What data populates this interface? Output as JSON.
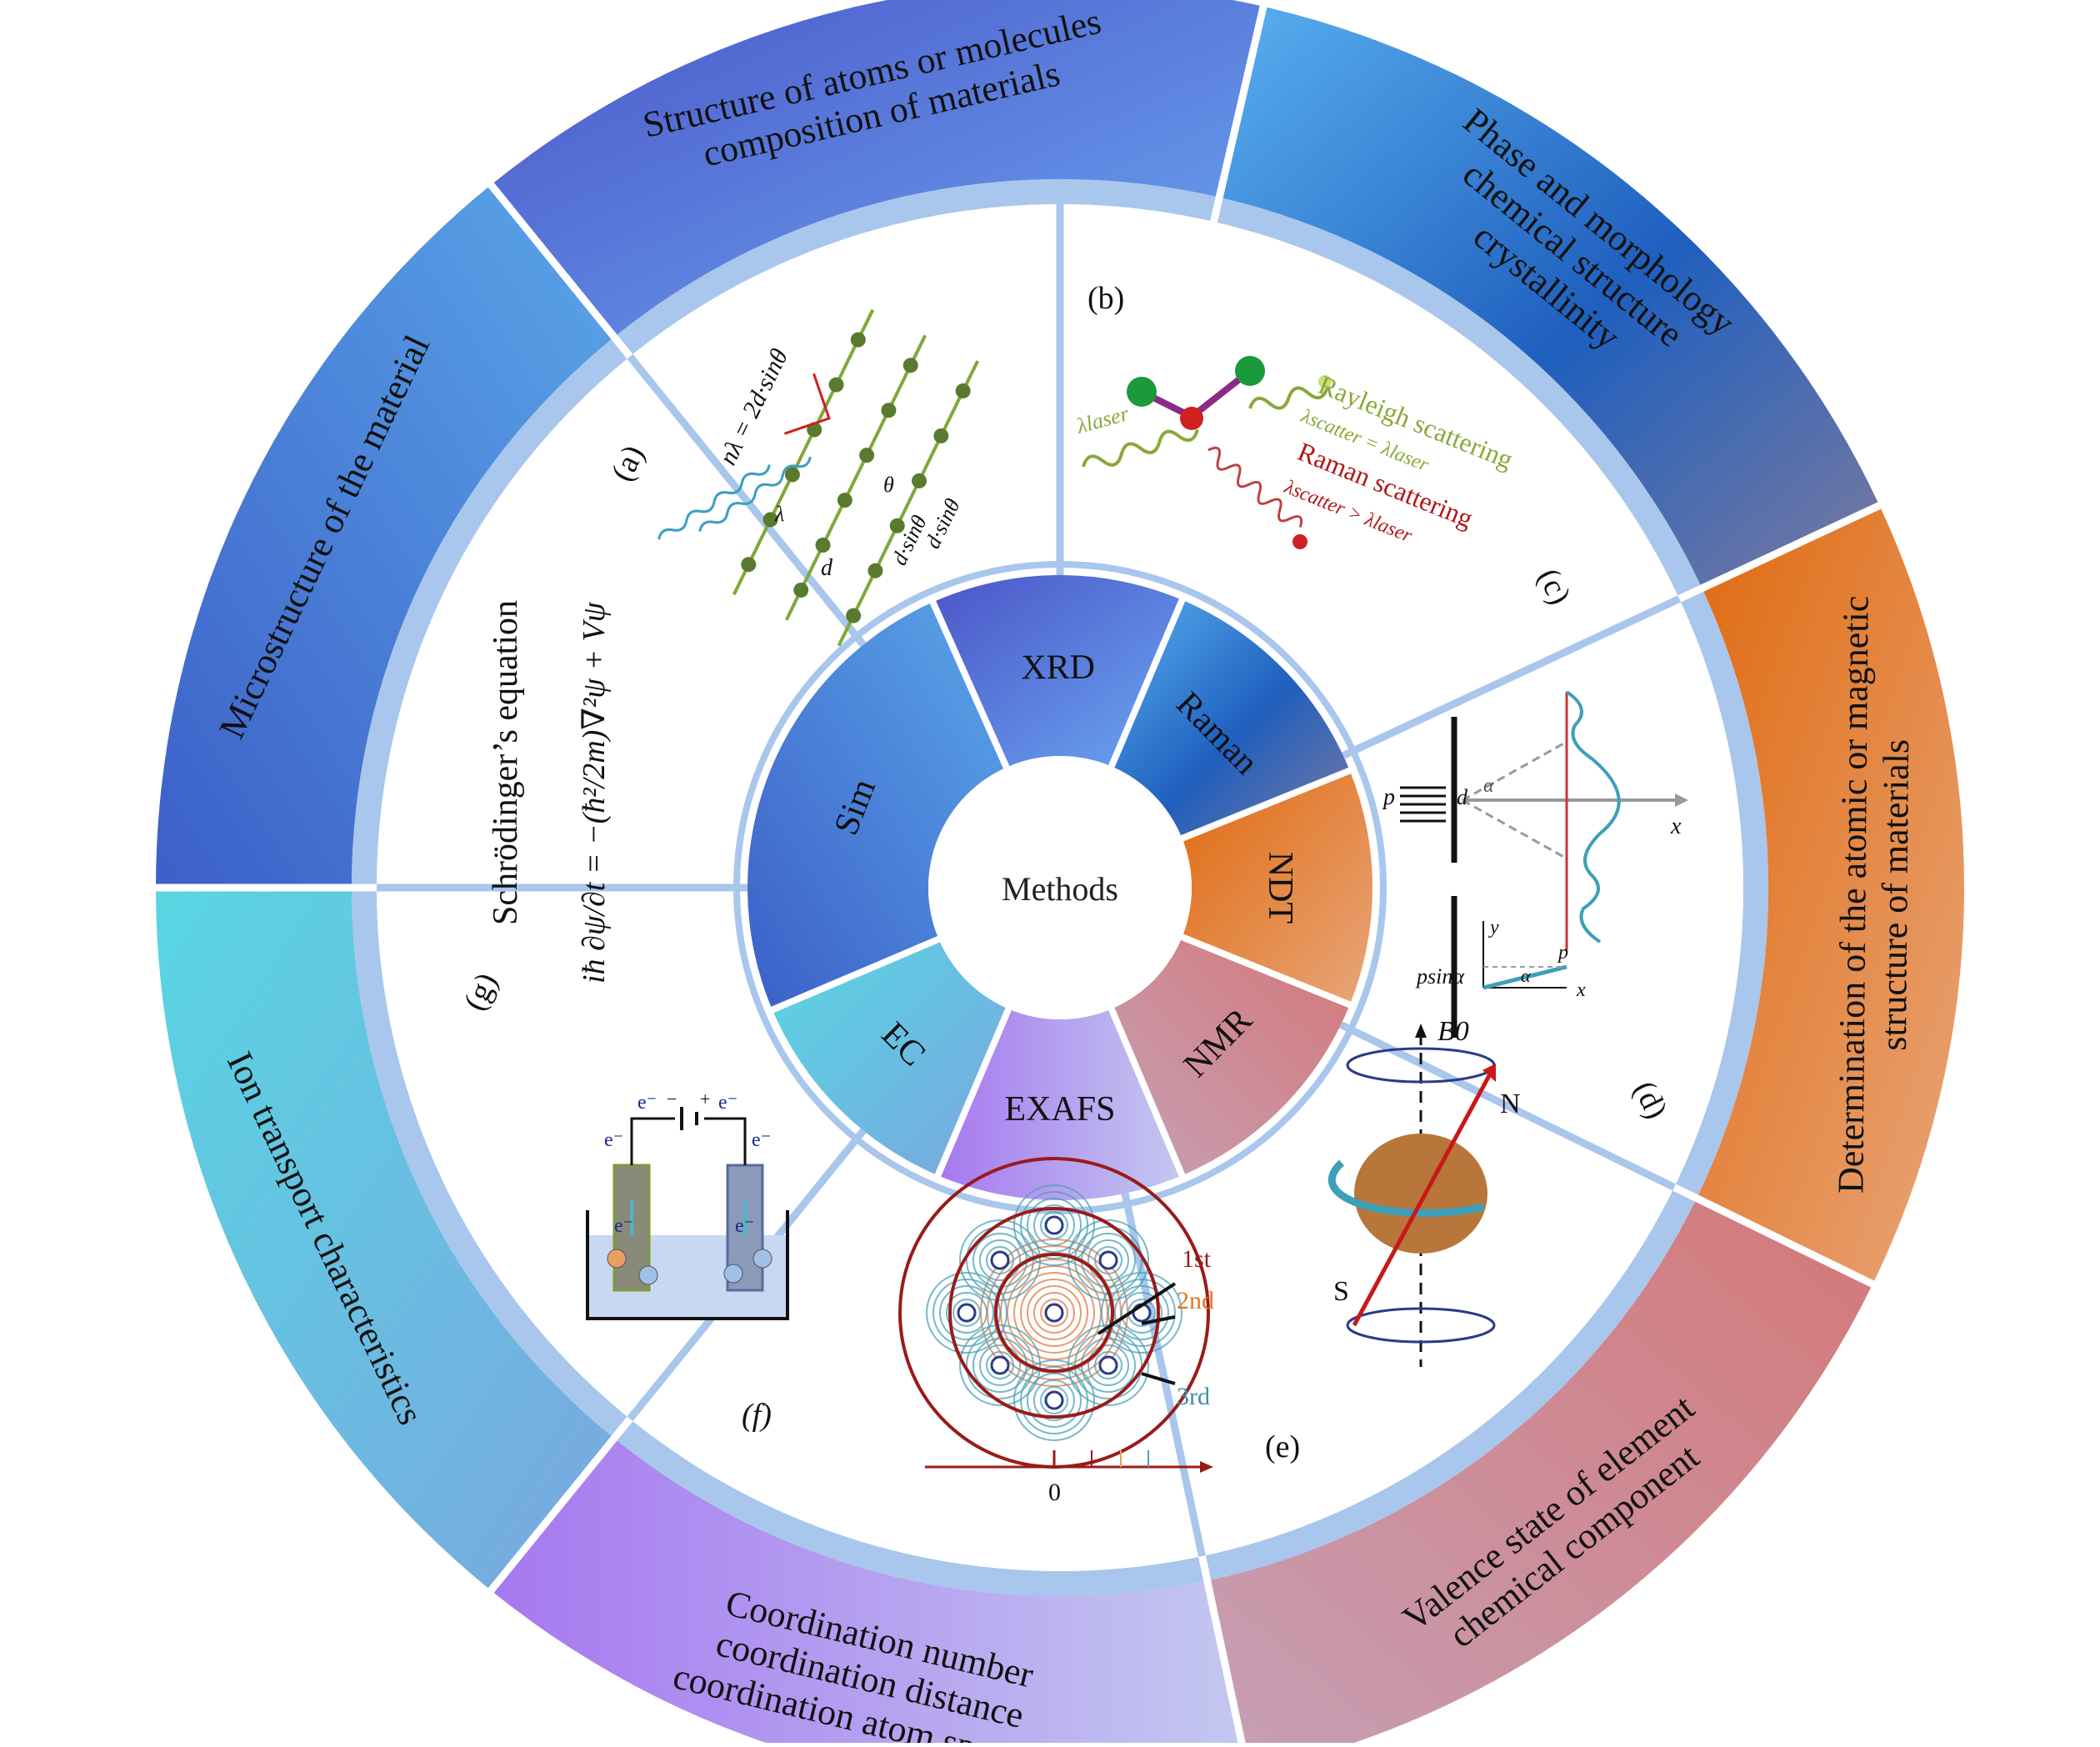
{
  "center": {
    "label": "Methods"
  },
  "methods": [
    {
      "key": "xrd",
      "label": "XRD"
    },
    {
      "key": "raman",
      "label": "Raman"
    },
    {
      "key": "ndt",
      "label": "NDT"
    },
    {
      "key": "nmr",
      "label": "NMR"
    },
    {
      "key": "exafs",
      "label": "EXAFS"
    },
    {
      "key": "ec",
      "label": "EC"
    },
    {
      "key": "sim",
      "label": "Sim"
    }
  ],
  "outer_ring": [
    {
      "key": "xrd",
      "lines": [
        "Structure of atoms or molecules",
        "composition of materials"
      ]
    },
    {
      "key": "raman",
      "lines": [
        "Phase and morphology",
        "chemical structure",
        "crystallinity"
      ]
    },
    {
      "key": "ndt",
      "lines": [
        "Determination of the atomic or magnetic",
        "structure of materials"
      ]
    },
    {
      "key": "nmr",
      "lines": [
        "Valence state of element",
        "chemical component"
      ]
    },
    {
      "key": "exafs",
      "lines": [
        "Coordination number",
        "coordination distance",
        "coordination atom species"
      ]
    },
    {
      "key": "ec",
      "lines": [
        "Ion transport characteristics"
      ]
    },
    {
      "key": "sim",
      "lines": [
        "Microstructure of the material"
      ]
    }
  ],
  "panel_letters": {
    "a": "(a)",
    "b": "(b)",
    "c": "(c)",
    "d": "(d)",
    "e": "(e)",
    "f": "(f)",
    "g": "(g)"
  },
  "xrd_panel": {
    "bragg": "nλ = 2d·sinθ",
    "path1": "d·sinθ",
    "path2": "d·sinθ",
    "d": "d",
    "lambda": "λ",
    "theta": "θ"
  },
  "raman_panel": {
    "lambda_laser": "λlaser",
    "rayleigh": "Rayleigh scattering",
    "rayleigh_rel": "λscatter = λlaser",
    "raman": "Raman scattering",
    "raman_rel": "λscatter > λlaser"
  },
  "ndt_panel": {
    "p": "p",
    "d": "d",
    "alpha": "α",
    "x": "x",
    "y": "y",
    "psin": "psinα"
  },
  "nmr_panel": {
    "b0": "B0",
    "n": "N",
    "s": "S"
  },
  "exafs_panel": {
    "first": "1st",
    "second": "2nd",
    "third": "3rd",
    "zero": "0"
  },
  "ec_panel": {
    "e": "e⁻",
    "minus": "−",
    "plus": "+"
  },
  "sim_panel": {
    "title": "Schrödinger’s equation",
    "equation": "iħ ∂ψ/∂t = −(ħ²/2m)∇²ψ + Vψ"
  },
  "colors": {
    "xrd": "#5b7fe0",
    "raman": "#2f6fc8",
    "ndt": "#e0701a",
    "nmr": "#c98a8a",
    "exafs": "#b48fe8",
    "ec": "#67c9d6",
    "sim": "#5a8fd8",
    "divider": "#8db3e2"
  }
}
